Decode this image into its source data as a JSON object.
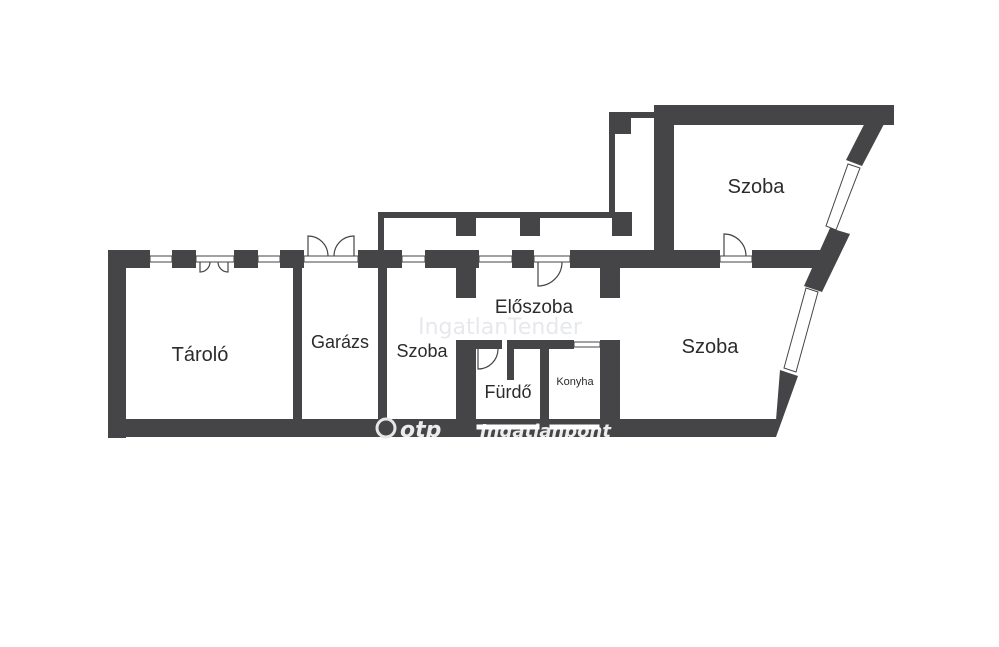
{
  "rooms": [
    {
      "id": "taroló",
      "label": "Tároló"
    },
    {
      "id": "garazs",
      "label": "Garázs"
    },
    {
      "id": "szoba-small",
      "label": "Szoba"
    },
    {
      "id": "eloszoba",
      "label": "Előszoba"
    },
    {
      "id": "furdo",
      "label": "Fürdő"
    },
    {
      "id": "konyha",
      "label": "Konyha"
    },
    {
      "id": "szoba-right",
      "label": "Szoba"
    },
    {
      "id": "szoba-top",
      "label": "Szoba"
    }
  ],
  "watermark": {
    "text": "IngatlanTender",
    "brand": "otp",
    "brand_suffix": "Ingatlanpont"
  },
  "colors": {
    "wall": "#454547",
    "background": "#ffffff"
  }
}
